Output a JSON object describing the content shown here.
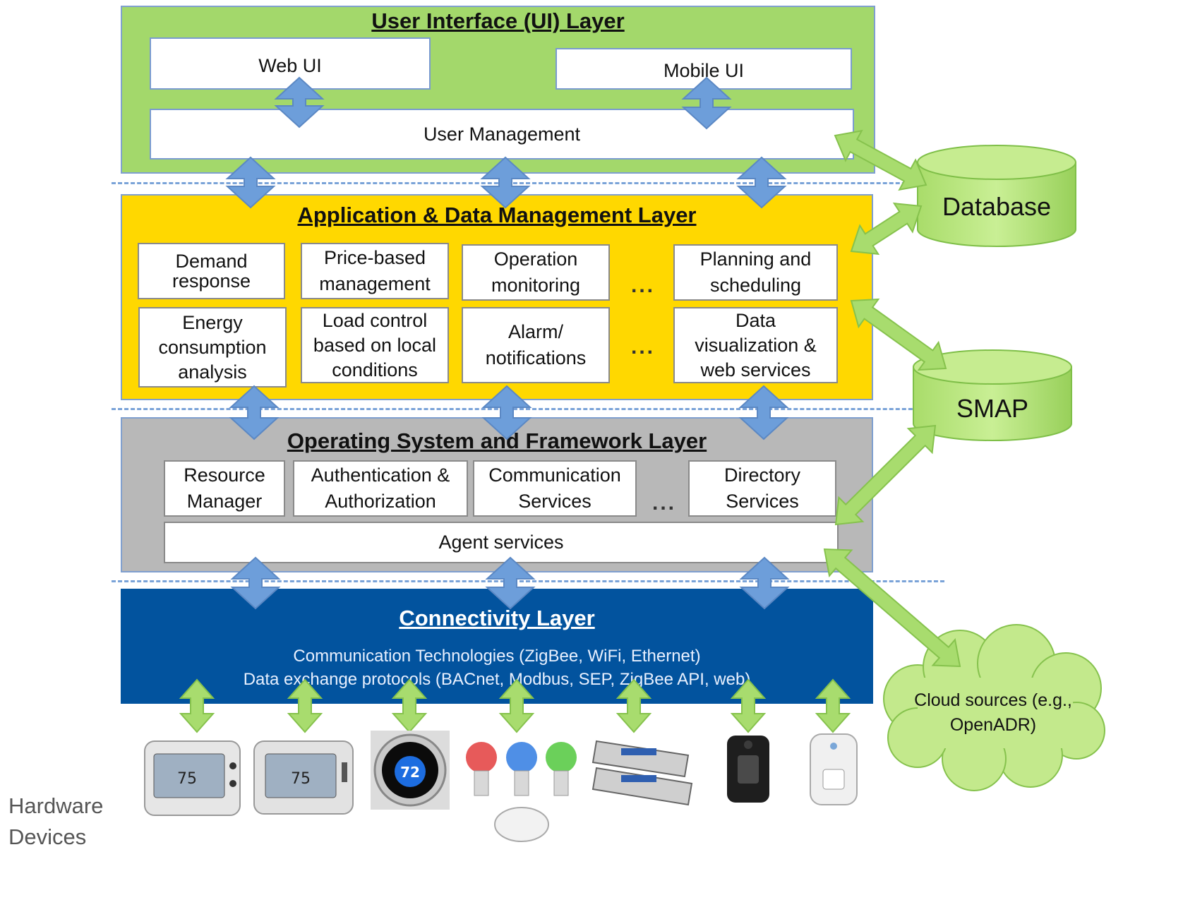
{
  "ui_layer": {
    "title": "User Interface (UI) Layer",
    "web_ui": "Web UI",
    "mobile_ui": "Mobile UI",
    "user_management": "User Management"
  },
  "app_layer": {
    "title": "Application & Data Management Layer",
    "modules": [
      "Demand\nresponse",
      "Price-based\nmanagement",
      "Operation\nmonitoring",
      "Planning and\nscheduling",
      "Energy\nconsumption\nanalysis",
      "Load control\nbased on local\nconditions",
      "Alarm/\nnotifications",
      "Data\nvisualization &\nweb services"
    ],
    "ellipsis": "..."
  },
  "os_layer": {
    "title": "Operating System and Framework Layer",
    "services": [
      "Resource\nManager",
      "Authentication &\nAuthorization",
      "Communication\nServices",
      "Directory\nServices"
    ],
    "agent_services": "Agent services",
    "ellipsis": "..."
  },
  "connectivity_layer": {
    "title": "Connectivity Layer",
    "line1": "Communication Technologies (ZigBee, WiFi, Ethernet)",
    "line2": "Data exchange protocols (BACnet, Modbus, SEP, ZigBee API, web)"
  },
  "side": {
    "database": "Database",
    "smap": "SMAP",
    "cloud": "Cloud sources (e.g.,\nOpenADR)"
  },
  "hardware": {
    "label": "Hardware\nDevices",
    "thermostat_reading": "75",
    "nest_reading": "72",
    "devices": [
      "thermostat-1",
      "thermostat-2",
      "nest-thermostat",
      "smart-bulbs",
      "lighting-ballasts",
      "smart-meter",
      "smart-plug"
    ]
  },
  "colors": {
    "ui_layer": "#a3d86b",
    "app_layer": "#ffd800",
    "os_layer": "#b8b8b8",
    "connectivity_layer": "#02539e",
    "blue_arrow": "#6d9eda",
    "green_arrow": "#a8dc6e"
  }
}
